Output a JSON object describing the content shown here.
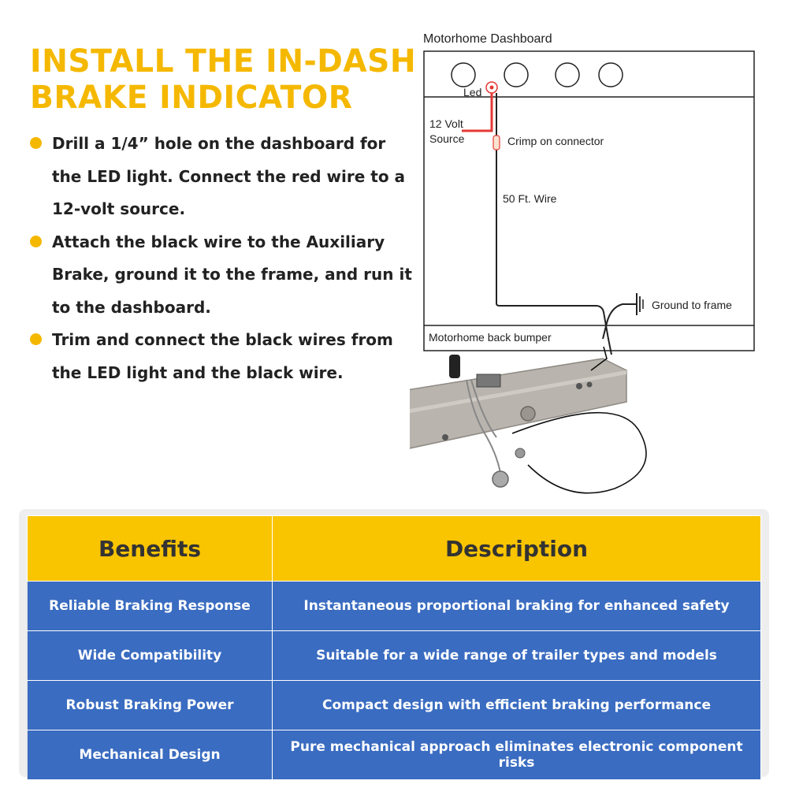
{
  "heading": {
    "line1": "INSTALL THE IN-DASH",
    "line2": "BRAKE INDICATOR"
  },
  "bullets": [
    {
      "text": "Drill a 1/4” hole on the dashboard for the LED light. Connect the red wire to a 12-volt source."
    },
    {
      "text": "Attach the black wire to the Auxiliary Brake, ground it to the frame, and run it to the dashboard."
    },
    {
      "text": "Trim and connect the black wires from the LED light and the black wire."
    }
  ],
  "diagram": {
    "dashboard_label": "Motorhome Dashboard",
    "led_label": "Led",
    "source_label_1": "12 Volt",
    "source_label_2": "Source",
    "crimp_label": "Crimp on connector",
    "wire_label": "50 Ft. Wire",
    "ground_label": "Ground to frame",
    "bumper_label": "Motorhome back bumper"
  },
  "table": {
    "headers": [
      "Benefits",
      "Description"
    ],
    "rows": [
      [
        "Reliable Braking Response",
        "Instantaneous proportional braking for enhanced safety"
      ],
      [
        "Wide Compatibility",
        "Suitable for a wide range of trailer types and models"
      ],
      [
        "Robust Braking Power",
        "Compact design with efficient braking performance"
      ],
      [
        "Mechanical Design",
        "Pure mechanical approach eliminates electronic component risks"
      ]
    ]
  },
  "colors": {
    "accent": "#f5b800",
    "table_header": "#f9c400",
    "table_body": "#3a6cc1"
  }
}
